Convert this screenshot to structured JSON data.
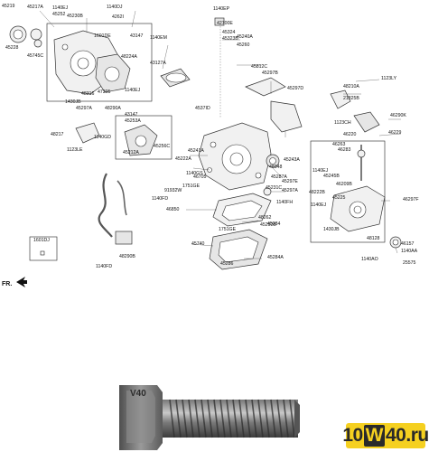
{
  "labels": [
    "45219",
    "45217A",
    "1140EJ",
    "45252",
    "1140DJ",
    "45230B",
    "4262I",
    "1140EP",
    "42700E",
    "43147",
    "1601DE",
    "45228",
    "45745C",
    "1140EM",
    "48224A",
    "43127A",
    "45324",
    "45323B",
    "45240A",
    "45260",
    "45812C",
    "45297B",
    "45297D",
    "48316",
    "47305",
    "1140EJ",
    "1430JB",
    "45297A",
    "48290A",
    "4537ID",
    "43147",
    "45253A",
    "1140GD",
    "45256C",
    "45212A",
    "48217",
    "1123LE",
    "45241A",
    "45222A",
    "46705",
    "45243A",
    "45297E",
    "48348",
    "1140GS",
    "45287A",
    "1751GE",
    "91932W",
    "1140FD",
    "45284",
    "45231C",
    "45297A",
    "1140FH",
    "46850",
    "1601DJ",
    "48262",
    "45292B",
    "1751GE",
    "45740",
    "45284A",
    "45286",
    "1140FD",
    "48290B",
    "48210A",
    "1123LY",
    "21825B",
    "1123CH",
    "46220",
    "46290K",
    "46229",
    "46263",
    "46283",
    "1140EJ",
    "45245B",
    "48222B",
    "46209B",
    "45225",
    "1140EJ",
    "46297F",
    "1430JB",
    "48128",
    "46157",
    "1140AA",
    "1140AO",
    "25575"
  ],
  "fr_label": "FR.",
  "photo_overlay_text": "V40",
  "watermark": {
    "prefix": "10",
    "mid": "W",
    "suffix": "40.ru"
  }
}
